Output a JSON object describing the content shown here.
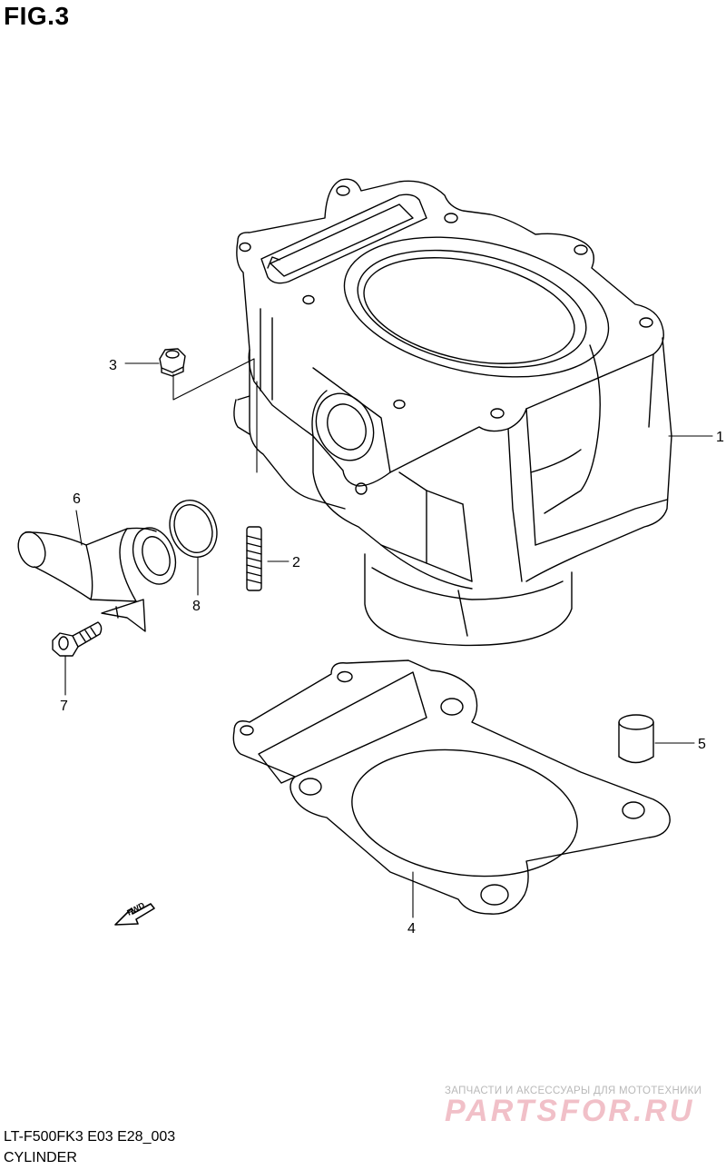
{
  "figure": {
    "title": "FIG.3",
    "model_code": "LT-F500FK3 E03 E28_003",
    "caption": "CYLINDER"
  },
  "callouts": {
    "c1": "1",
    "c2": "2",
    "c3": "3",
    "c4": "4",
    "c5": "5",
    "c6": "6",
    "c7": "7",
    "c8": "8"
  },
  "fwd_label": "FWD",
  "watermark": {
    "tagline": "ЗАПЧАСТИ И АКСЕССУАРЫ ДЛЯ МОТОТЕХНИКИ",
    "brand": "PARTSFOR.RU"
  }
}
